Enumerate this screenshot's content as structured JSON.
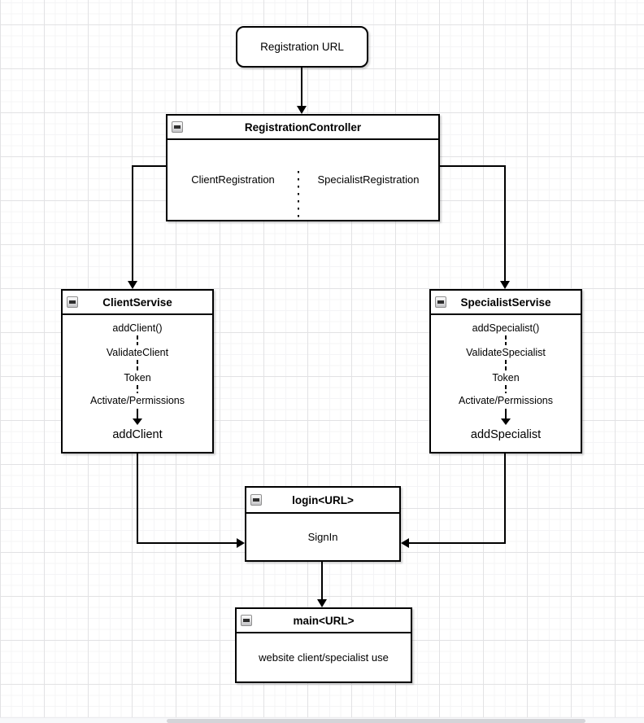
{
  "diagram": {
    "registration_url": {
      "label": "Registration URL"
    },
    "registration_controller": {
      "title": "RegistrationController",
      "client_item": "ClientRegistration",
      "specialist_item": "SpecialistRegistration"
    },
    "client_servise": {
      "title": "ClientServise",
      "steps": [
        "addClient()",
        "ValidateClient",
        "Token",
        "Activate/Permissions",
        "addClient"
      ]
    },
    "specialist_servise": {
      "title": "SpecialistServise",
      "steps": [
        "addSpecialist()",
        "ValidateSpecialist",
        "Token",
        "Activate/Permissions",
        "addSpecialist"
      ]
    },
    "login": {
      "title": "login<URL>",
      "body": "SignIn"
    },
    "main": {
      "title": "main<URL>",
      "body": "website client/specialist use"
    }
  },
  "colors": {
    "stroke": "#000000",
    "shape_fill": "#ffffff",
    "grid_minor": "#f4f4f6",
    "grid_major": "#e2e2e4",
    "scrollbar_track": "#f7f8fa",
    "scrollbar_thumb": "#d4d4d8"
  }
}
